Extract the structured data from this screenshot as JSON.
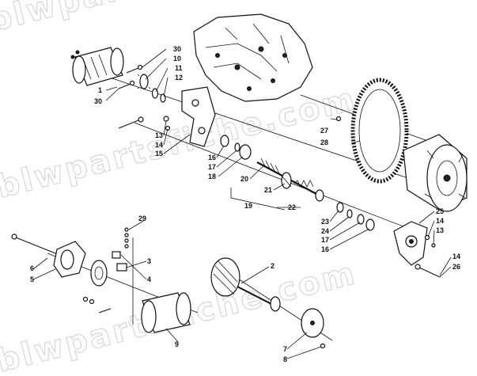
{
  "watermark": "blwpartsfiche.com",
  "labels": {
    "l30a": "30",
    "l10": "10",
    "l11": "11",
    "l12": "12",
    "l1": "1",
    "l30b": "30",
    "l13a": "13",
    "l14a": "14",
    "l15": "15",
    "l16a": "16",
    "l17a": "17",
    "l18": "18",
    "l20": "20",
    "l21": "21",
    "l19": "19",
    "l22": "22",
    "l27": "27",
    "l28": "28",
    "l23": "23",
    "l24": "24",
    "l17b": "17",
    "l16b": "16",
    "l25": "25",
    "l14b": "14",
    "l13b": "13",
    "l14c": "14",
    "l26": "26",
    "l29": "29",
    "l3": "3",
    "l4": "4",
    "l6": "6",
    "l5": "5",
    "l2": "2",
    "l9": "9",
    "l7": "7",
    "l8": "8"
  }
}
